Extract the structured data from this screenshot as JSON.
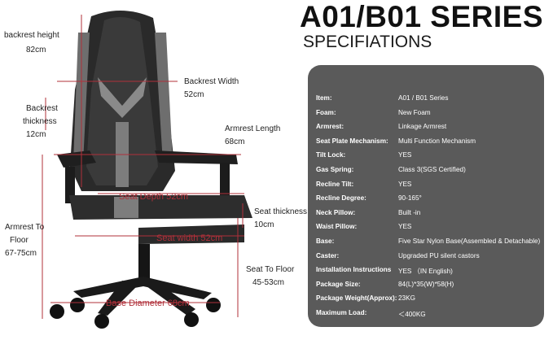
{
  "header": {
    "title": "A01/B01 SERIES",
    "subtitle": "SPECIFIATIONS"
  },
  "dimensions": {
    "backrest_height": {
      "label": "backrest height",
      "value": "82cm"
    },
    "backrest_width": {
      "label": "Backrest Width",
      "value": "52cm"
    },
    "backrest_thickness": {
      "label1": "Backrest",
      "label2": "thickness",
      "value": "12cm"
    },
    "armrest_length": {
      "label": "Armrest Length",
      "value": "68cm"
    },
    "seat_depth": {
      "label": "Seat Depth 52cm"
    },
    "seat_thickness": {
      "label": "Seat thickness",
      "value": "10cm"
    },
    "armrest_to_floor": {
      "label1": "Armrest To",
      "label2": "Floor",
      "value": "67-75cm"
    },
    "seat_width": {
      "label": "Seat width 52cm"
    },
    "seat_to_floor": {
      "label": "Seat To Floor",
      "value": "45-53cm"
    },
    "base_diameter": {
      "label": "Base Diameter 68cm"
    }
  },
  "specs": [
    {
      "label": "Item:",
      "value": "A01 / B01 Series"
    },
    {
      "label": "Foam:",
      "value": "New Foam"
    },
    {
      "label": "Armrest:",
      "value": "Linkage Armrest"
    },
    {
      "label": "Seat Plate Mechanism:",
      "value": "Multi Function Mechanism"
    },
    {
      "label": "Tilt Lock:",
      "value": "YES"
    },
    {
      "label": "Gas Spring:",
      "value": "Class 3(SGS Certified)"
    },
    {
      "label": "Recline Tilt:",
      "value": "YES"
    },
    {
      "label": "Recline Degree:",
      "value": "90-165°"
    },
    {
      "label": "Neck Pillow:",
      "value": "Built -in"
    },
    {
      "label": "Waist Pillow:",
      "value": "YES"
    },
    {
      "label": "Base:",
      "value": "Five Star Nylon Base(Assembled & Detachable)"
    },
    {
      "label": "Caster:",
      "value": "Upgraded PU silent castors"
    },
    {
      "label": "Installation Instructions",
      "value": "YES （IN English)"
    },
    {
      "label": "Package Size:",
      "value": "84(L)*35(W)*58(H)"
    },
    {
      "label": "Package Weight(Approx):",
      "value": "23KG"
    },
    {
      "label": "Maximum Load:",
      "value": "＜400KG"
    }
  ],
  "colors": {
    "panel": "#5a5a5a",
    "annotation_line": "#b0303a",
    "chair_body": "#2b2b2b",
    "chair_accent": "#8a8a8a"
  }
}
